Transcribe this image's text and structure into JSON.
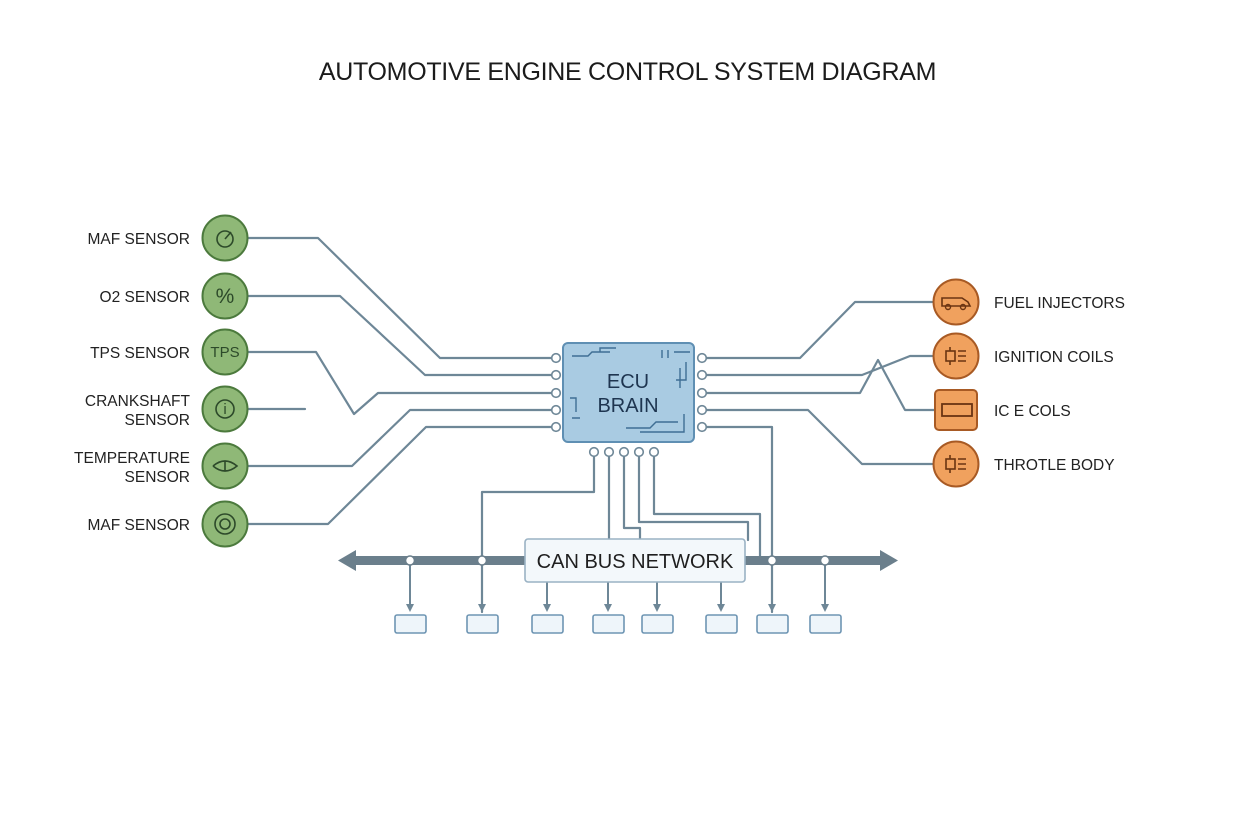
{
  "title": "AUTOMOTIVE ENGINE CONTROL SYSTEM DIAGRAM",
  "colors": {
    "sensor_fill": "#8fb877",
    "sensor_stroke": "#4c7a3d",
    "actuator_fill": "#f0a15e",
    "actuator_stroke": "#a85a24",
    "ecu_fill": "#a9cbe2",
    "ecu_stroke": "#5f8fb3",
    "wire": "#6e8797",
    "bus": "#6b7f8c",
    "node_fill": "#eef5fa",
    "node_stroke": "#6e95b3"
  },
  "ecu": {
    "line1": "ECU",
    "line2": "BRAIN"
  },
  "can_bus": {
    "label": "CAN BUS NETWORK"
  },
  "sensors": [
    {
      "id": "maf-1",
      "lines": [
        "MAF SENSOR"
      ],
      "icon": "gauge-icon",
      "glyph": ""
    },
    {
      "id": "o2",
      "lines": [
        "O2 SENSOR"
      ],
      "icon": "percent-icon",
      "glyph": "%"
    },
    {
      "id": "tps",
      "lines": [
        "TPS SENSOR"
      ],
      "icon": "tps-icon",
      "glyph": "TPS"
    },
    {
      "id": "crankshaft",
      "lines": [
        "CRANKSHAFT",
        "SENSOR"
      ],
      "icon": "info-icon",
      "glyph": "i"
    },
    {
      "id": "temperature",
      "lines": [
        "TEMPERATURE",
        "SENSOR"
      ],
      "icon": "thermo-icon",
      "glyph": ""
    },
    {
      "id": "maf-2",
      "lines": [
        "MAF SENSOR"
      ],
      "icon": "target-icon",
      "glyph": ""
    }
  ],
  "actuators": [
    {
      "id": "fuel-injectors",
      "label": "FUEL INJECTORS",
      "icon": "car-icon",
      "shape": "circle"
    },
    {
      "id": "ignition-coils",
      "label": "IGNITION COILS",
      "icon": "coil-icon",
      "shape": "circle"
    },
    {
      "id": "ignition-coils-2",
      "label": "IC      E COLS",
      "icon": "bar-icon",
      "shape": "square"
    },
    {
      "id": "throttle-body",
      "label": "THROTLE BODY",
      "icon": "coil-icon",
      "shape": "circle"
    }
  ],
  "bus_node_count": 8
}
